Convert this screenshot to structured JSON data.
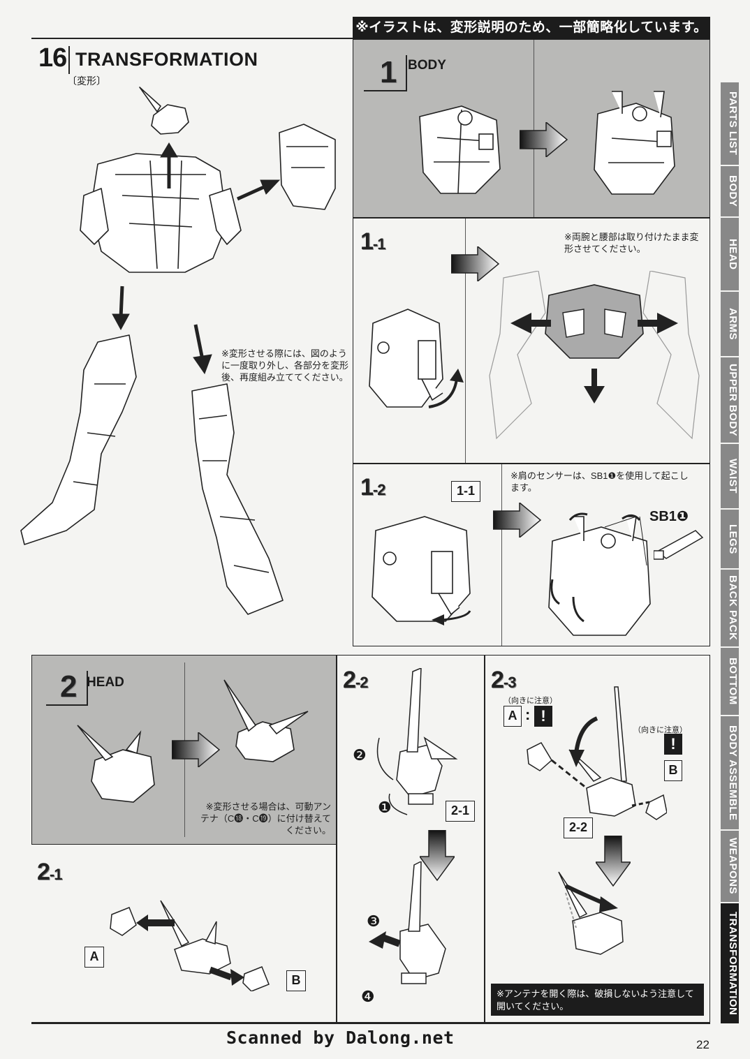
{
  "banner": "※イラストは、変形説明のため、一部簡略化しています。",
  "section": {
    "number": "16",
    "title": "TRANSFORMATION",
    "subtitle": "〔変形〕"
  },
  "main_note": "※変形させる際には、図のように一度取り外し、各部分を変形後、再度組み立ててください。",
  "steps": {
    "s1": {
      "num": "1",
      "title": "BODY"
    },
    "s1_1": {
      "num": "1",
      "sub": "-1",
      "note": "※両腕と腰部は取り付けたまま変形させてください。"
    },
    "s1_2": {
      "num": "1",
      "sub": "-2",
      "ref": "1-1",
      "note": "※肩のセンサーは、SB1❶を使用して起こします。",
      "tool": "SB1❶"
    },
    "s2": {
      "num": "2",
      "title": "HEAD",
      "note": "※変形させる場合は、可動アンテナ（C⓲・C⓳）に付け替えてください。"
    },
    "s2_1": {
      "num": "2",
      "sub": "-1",
      "labelA": "A",
      "labelB": "B"
    },
    "s2_2": {
      "num": "2",
      "sub": "-2",
      "ref": "2-1",
      "marks": [
        "❷",
        "❶",
        "❸",
        "❹"
      ]
    },
    "s2_3": {
      "num": "2",
      "sub": "-3",
      "labelA": "A",
      "labelB": "B",
      "colon": ":",
      "excl": "!",
      "caution": "（向きに注意）",
      "ref": "2-2",
      "note": "※アンテナを開く際は、破損しないよう注意して開いてください。"
    }
  },
  "tabs": [
    "PARTS LIST",
    "BODY",
    "HEAD",
    "ARMS",
    "UPPER BODY",
    "WAIST",
    "LEGS",
    "BACK PACK",
    "BOTTOM",
    "BODY ASSEMBLE",
    "WEAPONS",
    "TRANSFORMATION"
  ],
  "footer": {
    "credit": "Scanned by Dalong.net",
    "page": "22"
  }
}
